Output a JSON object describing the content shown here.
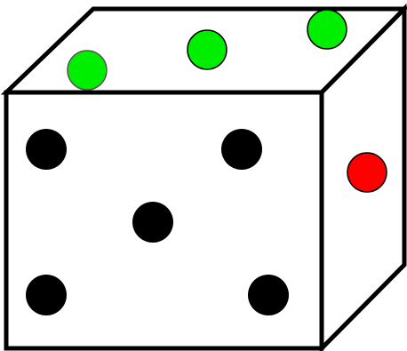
{
  "die": {
    "faces": {
      "front": {
        "pips": 5,
        "pip_color": "#000000"
      },
      "top": {
        "pips": 3,
        "pip_color": "#00ee00"
      },
      "right": {
        "pips": 1,
        "pip_color": "#ff0000"
      }
    },
    "fill_color": "#ffffff",
    "edge_color": "#000000"
  }
}
